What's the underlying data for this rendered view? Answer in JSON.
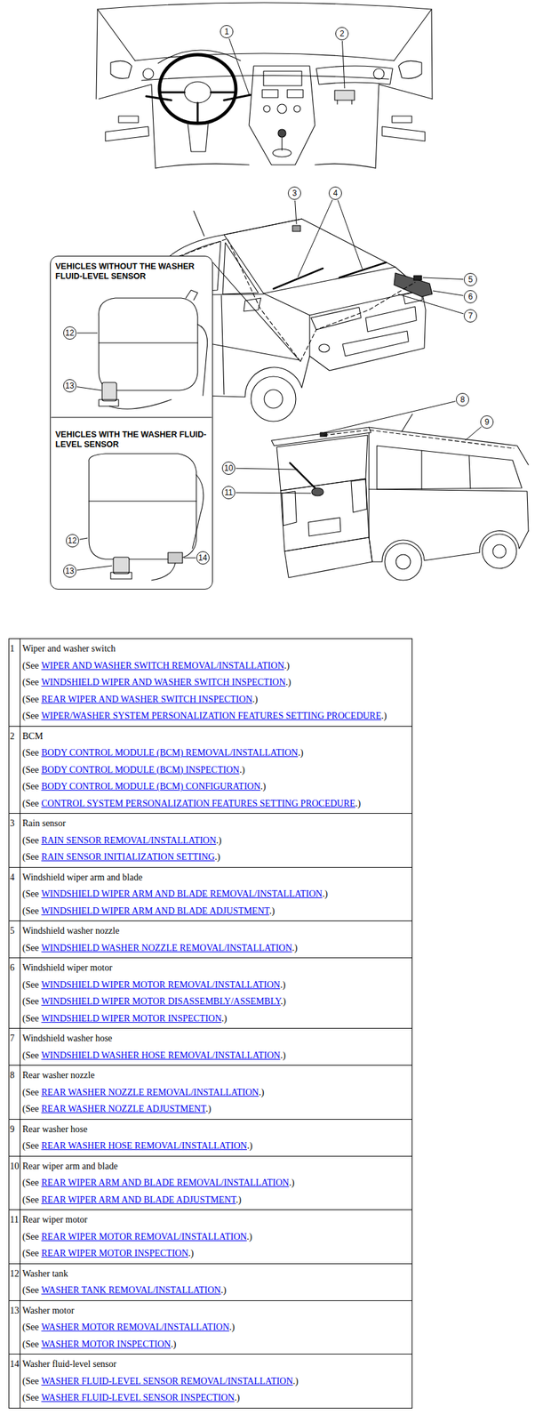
{
  "diagram": {
    "nodes": [
      {
        "text": [
          "1"
        ]
      },
      {
        "text": [
          "2"
        ]
      },
      {
        "text": [
          "3"
        ]
      },
      {
        "text": [
          "4"
        ]
      },
      {
        "text": [
          "5"
        ]
      },
      {
        "text": [
          "6"
        ]
      },
      {
        "text": [
          "7"
        ]
      },
      {
        "text": [
          "VEHICLES WITHOUT THE WASHER FLUID-LEVEL SENSOR",
          "VEHICLES WITH THE WASHER FLUID-LEVEL SENSOR"
        ]
      },
      {
        "text": [
          "12"
        ],
        "in": 7
      },
      {
        "text": [
          "13"
        ],
        "in": 7
      },
      {
        "text": [
          "12"
        ],
        "in": 7
      },
      {
        "text": [
          "13"
        ],
        "in": 7
      },
      {
        "text": [
          "14"
        ],
        "in": 7
      },
      {
        "text": [
          "8"
        ]
      },
      {
        "text": [
          "9"
        ]
      },
      {
        "text": [
          "10"
        ]
      },
      {
        "text": [
          "11"
        ]
      }
    ],
    "labels": [
      "1",
      "Wiper and washer switch",
      "(See",
      "WIPER AND WASHER SWITCH REMOVAL/INSTALLATION",
      ".)",
      "(See",
      "WINDSHIELD WIPER AND WASHER SWITCH INSPECTION",
      ".)",
      "(See",
      "REAR WIPER AND WASHER SWITCH INSPECTION",
      ".)",
      "(See",
      "WIPER/WASHER SYSTEM PERSONALIZATION FEATURES SETTING PROCEDURE",
      ".)",
      "2",
      "BCM",
      "(See",
      "BODY CONTROL MODULE (BCM) REMOVAL/INSTALLATION",
      ".)",
      "(See",
      "BODY CONTROL MODULE (BCM) INSPECTION",
      ".)",
      "(See",
      "BODY CONTROL MODULE (BCM) CONFIGURATION",
      ".)",
      "(See",
      "CONTROL SYSTEM PERSONALIZATION FEATURES SETTING PROCEDURE",
      ".)",
      "3",
      "Rain sensor",
      "(See",
      "RAIN SENSOR REMOVAL/INSTALLATION",
      ".)",
      "(See",
      "RAIN SENSOR INITIALIZATION SETTING",
      ".)",
      "4",
      "Windshield wiper arm and blade",
      "(See",
      "WINDSHIELD WIPER ARM AND BLADE REMOVAL/INSTALLATION",
      ".)",
      "(See",
      "WINDSHIELD WIPER ARM AND BLADE ADJUSTMENT",
      ".)",
      "5",
      "Windshield washer nozzle",
      "(See",
      "WINDSHIELD WASHER NOZZLE REMOVAL/INSTALLATION",
      ".)",
      "6",
      "Windshield wiper motor",
      "(See",
      "WINDSHIELD WIPER MOTOR REMOVAL/INSTALLATION",
      ".)",
      "(See",
      "WINDSHIELD WIPER MOTOR DISASSEMBLY/ASSEMBLY",
      ".)",
      "(See",
      "WINDSHIELD WIPER MOTOR INSPECTION",
      ".)",
      "7",
      "Windshield washer hose",
      "(See",
      "WINDSHIELD WASHER HOSE REMOVAL/INSTALLATION",
      ".)",
      "8",
      "Rear washer nozzle",
      "(See",
      "REAR WASHER NOZZLE REMOVAL/INSTALLATION",
      ".)",
      "(See",
      "REAR WASHER NOZZLE ADJUSTMENT",
      ".)",
      "9",
      "Rear washer hose",
      "(See",
      "REAR WASHER HOSE REMOVAL/INSTALLATION",
      ".)",
      "10",
      "Rear wiper arm and blade",
      "(See",
      "REAR WIPER ARM AND BLADE REMOVAL/INSTALLATION",
      ".)",
      "(See",
      "REAR WIPER ARM AND BLADE ADJUSTMENT",
      ".)",
      "11",
      "Rear wiper motor",
      "(See",
      "REAR WIPER MOTOR REMOVAL/INSTALLATION",
      ".)",
      "(See",
      "REAR WIPER MOTOR INSPECTION",
      ".)",
      "12",
      "Washer tank",
      "(See",
      "WASHER TANK REMOVAL/INSTALLATION",
      ".)",
      "13",
      "Washer motor",
      "(See",
      "WASHER MOTOR REMOVAL/INSTALLATION",
      ".)",
      "(See",
      "WASHER MOTOR INSPECTION",
      ".)",
      "14",
      "Washer fluid-level sensor",
      "(See",
      "WASHER FLUID-LEVEL SENSOR REMOVAL/INSTALLATION",
      ".)",
      "(See",
      "WASHER FLUID-LEVEL SENSOR INSPECTION",
      ".)"
    ]
  }
}
